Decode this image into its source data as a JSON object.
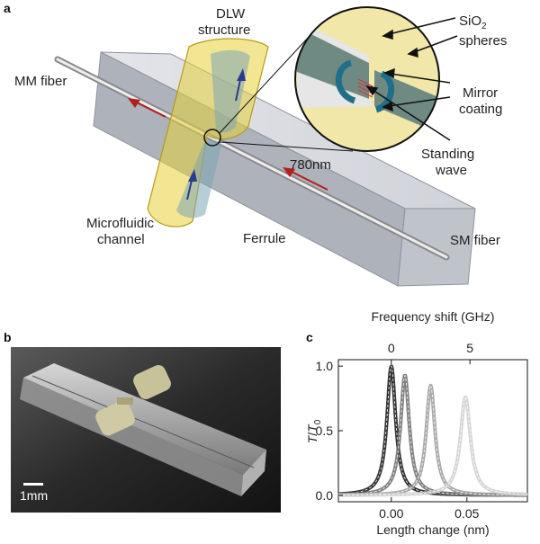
{
  "figure": {
    "panel_a": "a",
    "panel_b": "b",
    "panel_c": "c",
    "labels": {
      "dlw_line1": "DLW",
      "dlw_line2": "structure",
      "mm_fiber": "MM fiber",
      "wavelength": "780nm",
      "microfluidic_line1": "Microfluidic",
      "microfluidic_line2": "channel",
      "ferrule": "Ferrule",
      "sm_fiber": "SM fiber",
      "sio2_main": "SiO",
      "sio2_sub": "2",
      "spheres": "spheres",
      "mirror_line1": "Mirror",
      "mirror_line2": "coating",
      "standing_line1": "Standing",
      "standing_line2": "wave"
    },
    "photo_scale": "1mm"
  },
  "chart_data": {
    "type": "line",
    "title": "",
    "xlabel": "Length change (nm)",
    "ylabel_main": "T",
    "ylabel_sep": "/",
    "ylabel_sub": "0",
    "top_xlabel": "Frequency shift (GHz)",
    "xlim": [
      -0.035,
      0.09
    ],
    "ylim": [
      -0.05,
      1.05
    ],
    "xticks": [
      0,
      0.05
    ],
    "xtick_labels": [
      "0.00",
      "0.05"
    ],
    "yticks": [
      0,
      0.5,
      1.0
    ],
    "ytick_labels": [
      "0.0",
      "0.5",
      "1.0"
    ],
    "top_ticks": [
      0,
      5
    ],
    "top_tick_labels": [
      "0",
      "5"
    ],
    "top_axis_x_at": [
      0,
      0.052
    ],
    "grid": false,
    "series": [
      {
        "center": 0.0,
        "width": 0.0035,
        "peak": 1.0,
        "color": "#111111"
      },
      {
        "center": 0.009,
        "width": 0.0035,
        "peak": 0.93,
        "color": "#6a6a6a"
      },
      {
        "center": 0.026,
        "width": 0.0035,
        "peak": 0.85,
        "color": "#9a9a9a"
      },
      {
        "center": 0.049,
        "width": 0.004,
        "peak": 0.76,
        "color": "#cfcfcf"
      }
    ]
  },
  "colors": {
    "ferrule": "#c9ccd3",
    "dlw": "#e8d23a",
    "channel_text": "#2c3a8c",
    "laser": "#b2201e",
    "coating": "#1f6f8a",
    "sphere": "#6e8a83"
  }
}
